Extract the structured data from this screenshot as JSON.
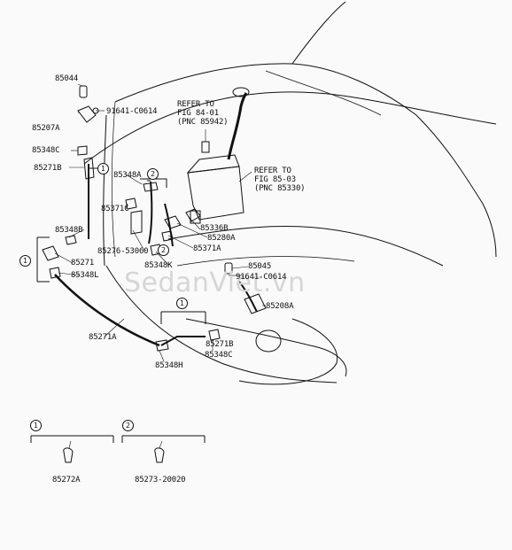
{
  "labels": {
    "p85044": "85044",
    "p91641_top": "91641-C0614",
    "p85207A": "85207A",
    "p85348C_top": "85348C",
    "p85271B": "85271B",
    "p85348A": "85348A",
    "p85371C": "85371C",
    "p85348B": "85348B",
    "p85271": "85271",
    "p85348L": "85348L",
    "p85276": "85276-53060",
    "p85348K": "85348K",
    "p85336B": "85336B",
    "p85280A": "85280A",
    "p85371A": "85371A",
    "p85045": "85045",
    "p91641_right": "91641-C0614",
    "p85208A": "85208A",
    "p85271A": "85271A",
    "p85271B_low": "85271B",
    "p85348H": "85348H",
    "p85348C_low": "85348C",
    "p85272A": "85272A",
    "p85273": "85273-20020"
  },
  "refer": {
    "ref1_line1": "REFER TO",
    "ref1_line2": "FIG 84-01",
    "ref1_line3": "(PNC 85942)",
    "ref2_line1": "REFER TO",
    "ref2_line2": "FIG 85-03",
    "ref2_line3": "(PNC 85330)"
  },
  "callouts": {
    "one": "1",
    "two": "2"
  },
  "watermark": "SedanViet.vn"
}
